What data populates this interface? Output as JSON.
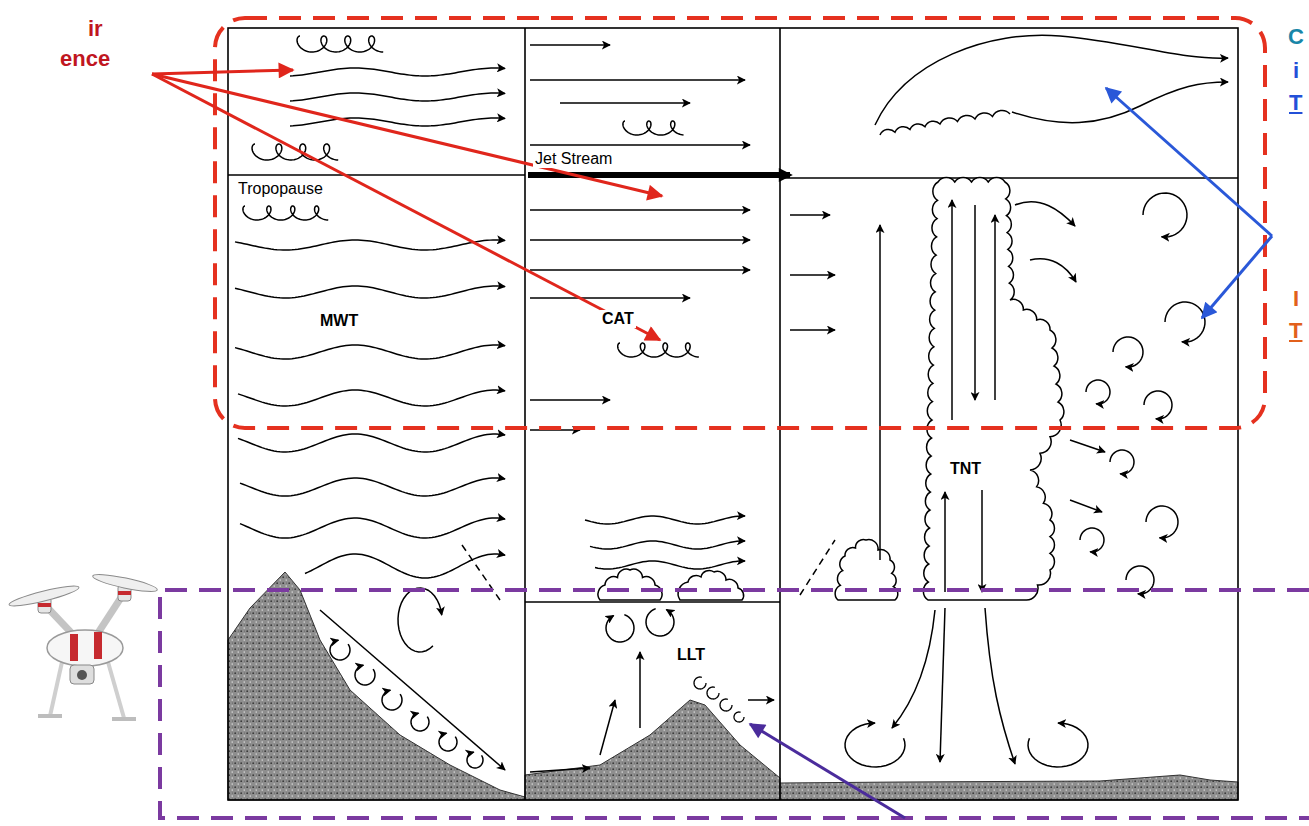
{
  "diagram": {
    "labels": [
      "ir",
      "ence",
      "C",
      "i",
      "T",
      "Jet Stream",
      "Tropopause",
      "I",
      "T",
      "MWT",
      "CAT",
      "TNT",
      "LLT"
    ]
  }
}
